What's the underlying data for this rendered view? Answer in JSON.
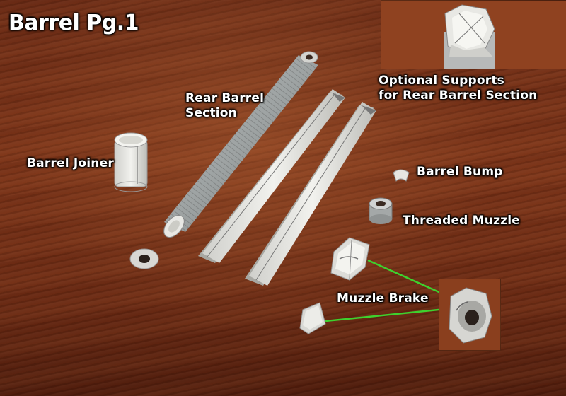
{
  "title": "Barrel Pg.1",
  "labels": {
    "rear_barrel_line1": "Rear Barrel",
    "rear_barrel_line2": "Section",
    "optional_line1": "Optional Supports",
    "optional_line2": "for Rear Barrel Section",
    "barrel_joiner": "Barrel Joiner",
    "barrel_bump": "Barrel Bump",
    "threaded_muzzle": "Threaded Muzzle",
    "muzzle_brake": "Muzzle Brake"
  },
  "colors": {
    "wood": "#7c3418",
    "label_text": "#ffffff",
    "arrow": "#3ed12e",
    "paper": "#e6e6e2",
    "barrel_grey": "#9ea3a3"
  }
}
